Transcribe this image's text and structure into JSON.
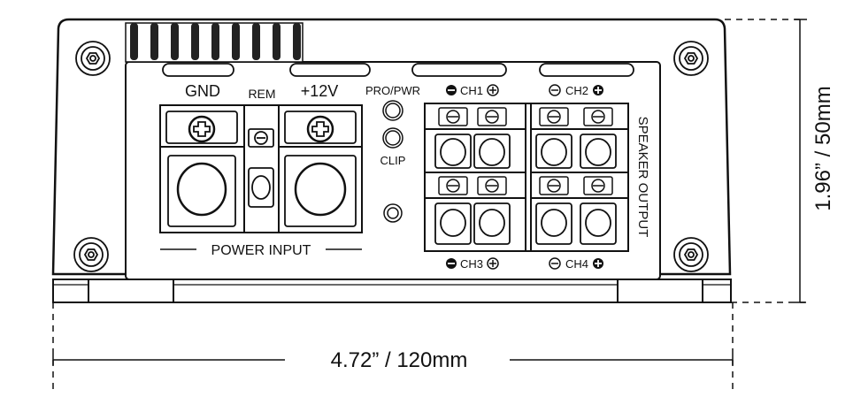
{
  "labels": {
    "gnd": "GND",
    "rem": "REM",
    "plus12v": "+12V",
    "pro_pwr": "PRO/PWR",
    "clip": "CLIP",
    "power_input": "POWER INPUT",
    "ch1": "CH1",
    "ch2": "CH2",
    "ch3": "CH3",
    "ch4": "CH4",
    "speaker_output": "SPEAKER OUTPUT"
  },
  "dimensions": {
    "width": "4.72” / 120mm",
    "height": "1.96” / 50mm"
  },
  "colors": {
    "line": "#111111",
    "background": "#ffffff"
  }
}
